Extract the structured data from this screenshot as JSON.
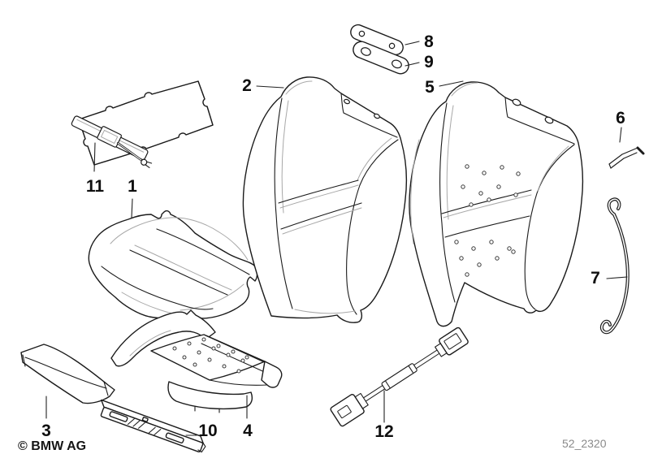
{
  "diagram": {
    "copyright": "© BMW AG",
    "drawing_number": "52_2320",
    "callouts": [
      "1",
      "2",
      "3",
      "4",
      "5",
      "6",
      "7",
      "8",
      "9",
      "10",
      "11",
      "12"
    ],
    "colors": {
      "ink": "#1b1b1b",
      "muted_line": "#a8a8a8",
      "code_text": "#8a8a8a"
    }
  }
}
